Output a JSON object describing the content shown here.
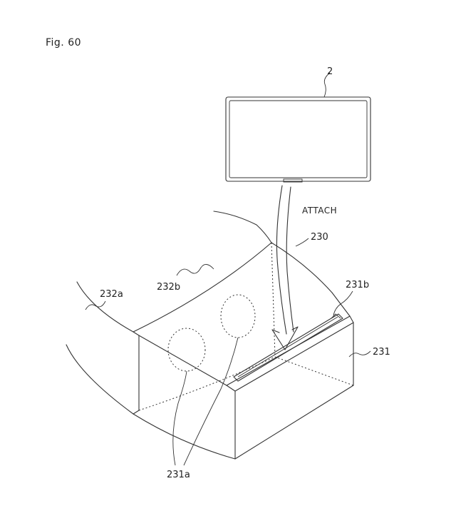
{
  "figure": {
    "title": "Fig. 60",
    "action_label": "ATTACH",
    "labels": {
      "device": "2",
      "goggle_assembly": "230",
      "main_body": "231",
      "lenses": "231a",
      "slot": "231b",
      "strap_left": "232a",
      "strap_top": "232b"
    }
  }
}
